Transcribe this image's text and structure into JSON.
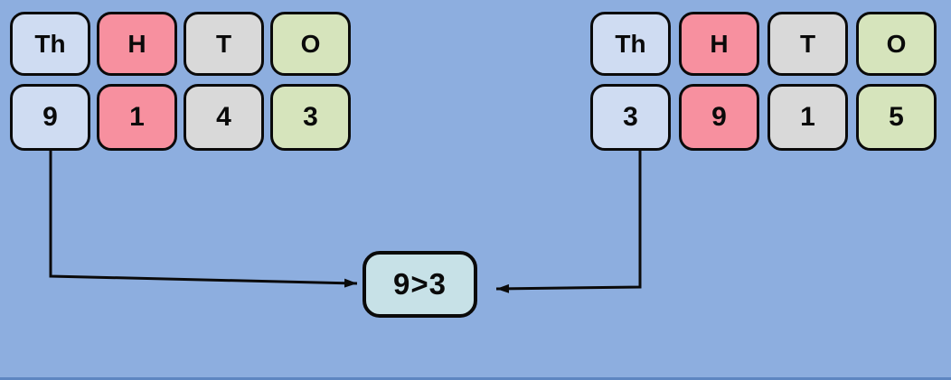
{
  "colors": {
    "background": "#8DAEDF",
    "card_th": "#CFDCF2",
    "card_h": "#F7909F",
    "card_t": "#D9D9D9",
    "card_o": "#D6E4BC",
    "compare_fill": "#C7E1E7",
    "stroke": "#0A0A0A",
    "bottom_strip": "#5E86C1"
  },
  "left_table": {
    "headers": [
      "Th",
      "H",
      "T",
      "O"
    ],
    "digits": [
      "9",
      "1",
      "4",
      "3"
    ]
  },
  "right_table": {
    "headers": [
      "Th",
      "H",
      "T",
      "O"
    ],
    "digits": [
      "3",
      "9",
      "1",
      "5"
    ]
  },
  "comparison": {
    "label": "9>3"
  }
}
